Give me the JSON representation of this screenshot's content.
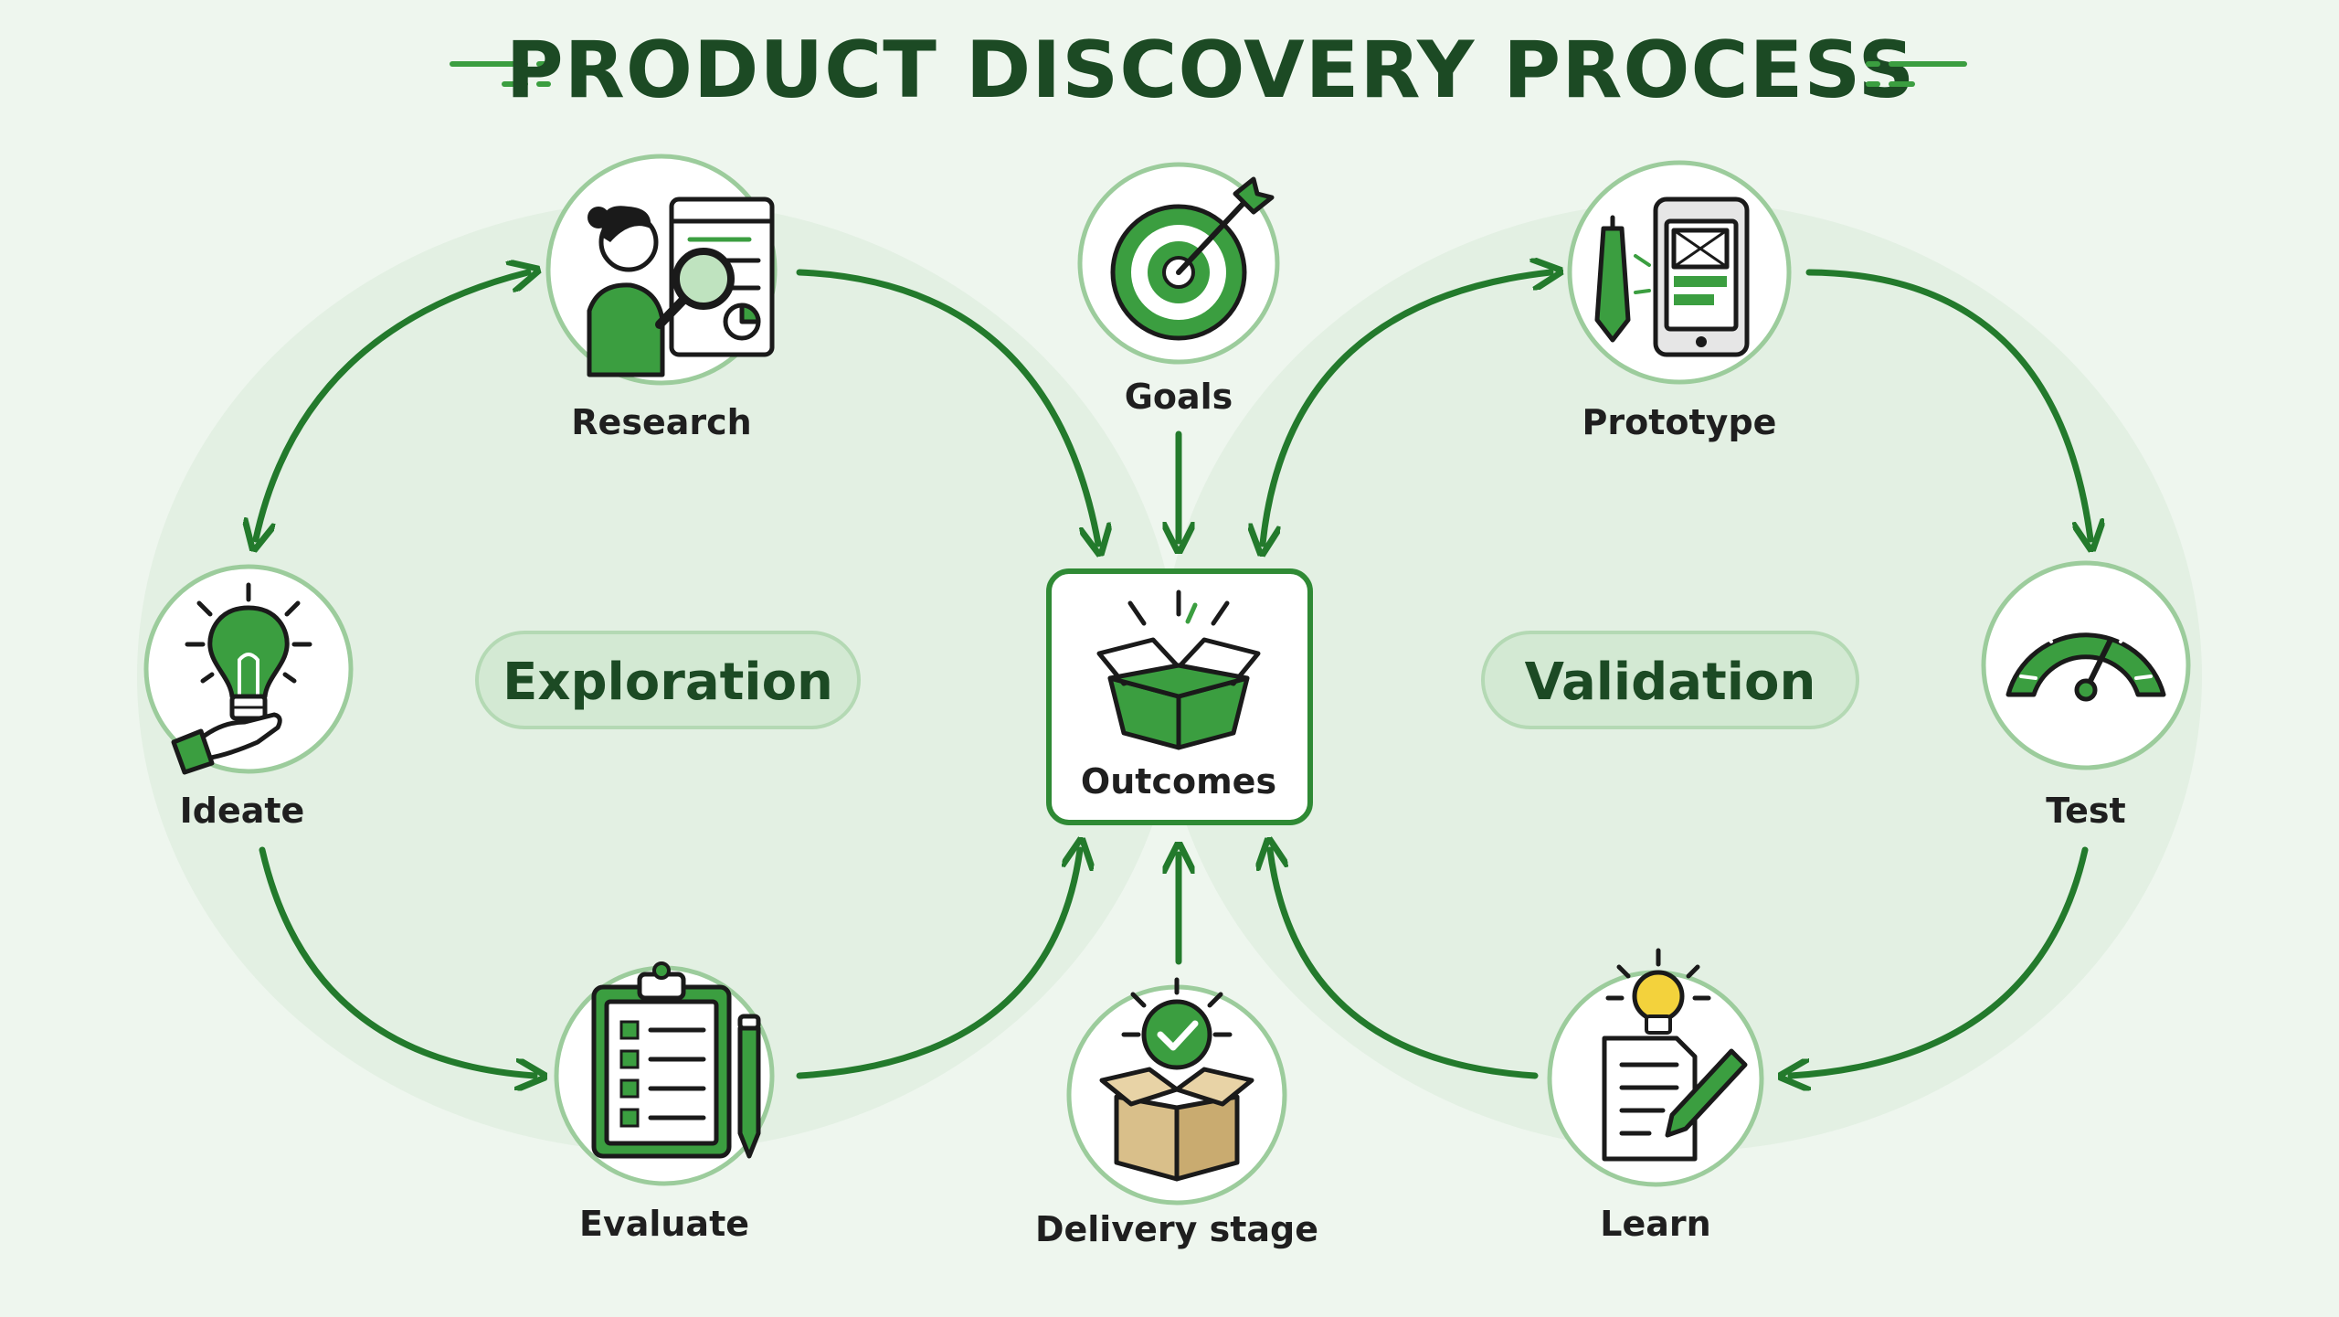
{
  "title": "PRODUCT DISCOVERY PROCESS",
  "colors": {
    "background": "#eef6ee",
    "primary_green": "#237a2c",
    "icon_green": "#3b9e40",
    "light_green": "#dcefdc",
    "title_color": "#1c4a24"
  },
  "phases": {
    "exploration": "Exploration",
    "validation": "Validation"
  },
  "center": {
    "label": "Outcomes",
    "icon": "open-box-icon"
  },
  "nodes": {
    "research": {
      "label": "Research",
      "icon": "research-magnifier-icon"
    },
    "goals": {
      "label": "Goals",
      "icon": "target-icon"
    },
    "prototype": {
      "label": "Prototype",
      "icon": "mobile-wireframe-icon"
    },
    "ideate": {
      "label": "Ideate",
      "icon": "lightbulb-hand-icon"
    },
    "test": {
      "label": "Test",
      "icon": "gauge-icon"
    },
    "evaluate": {
      "label": "Evaluate",
      "icon": "clipboard-checklist-icon"
    },
    "delivery": {
      "label": "Delivery stage",
      "icon": "box-check-icon"
    },
    "learn": {
      "label": "Learn",
      "icon": "notes-idea-icon"
    }
  }
}
